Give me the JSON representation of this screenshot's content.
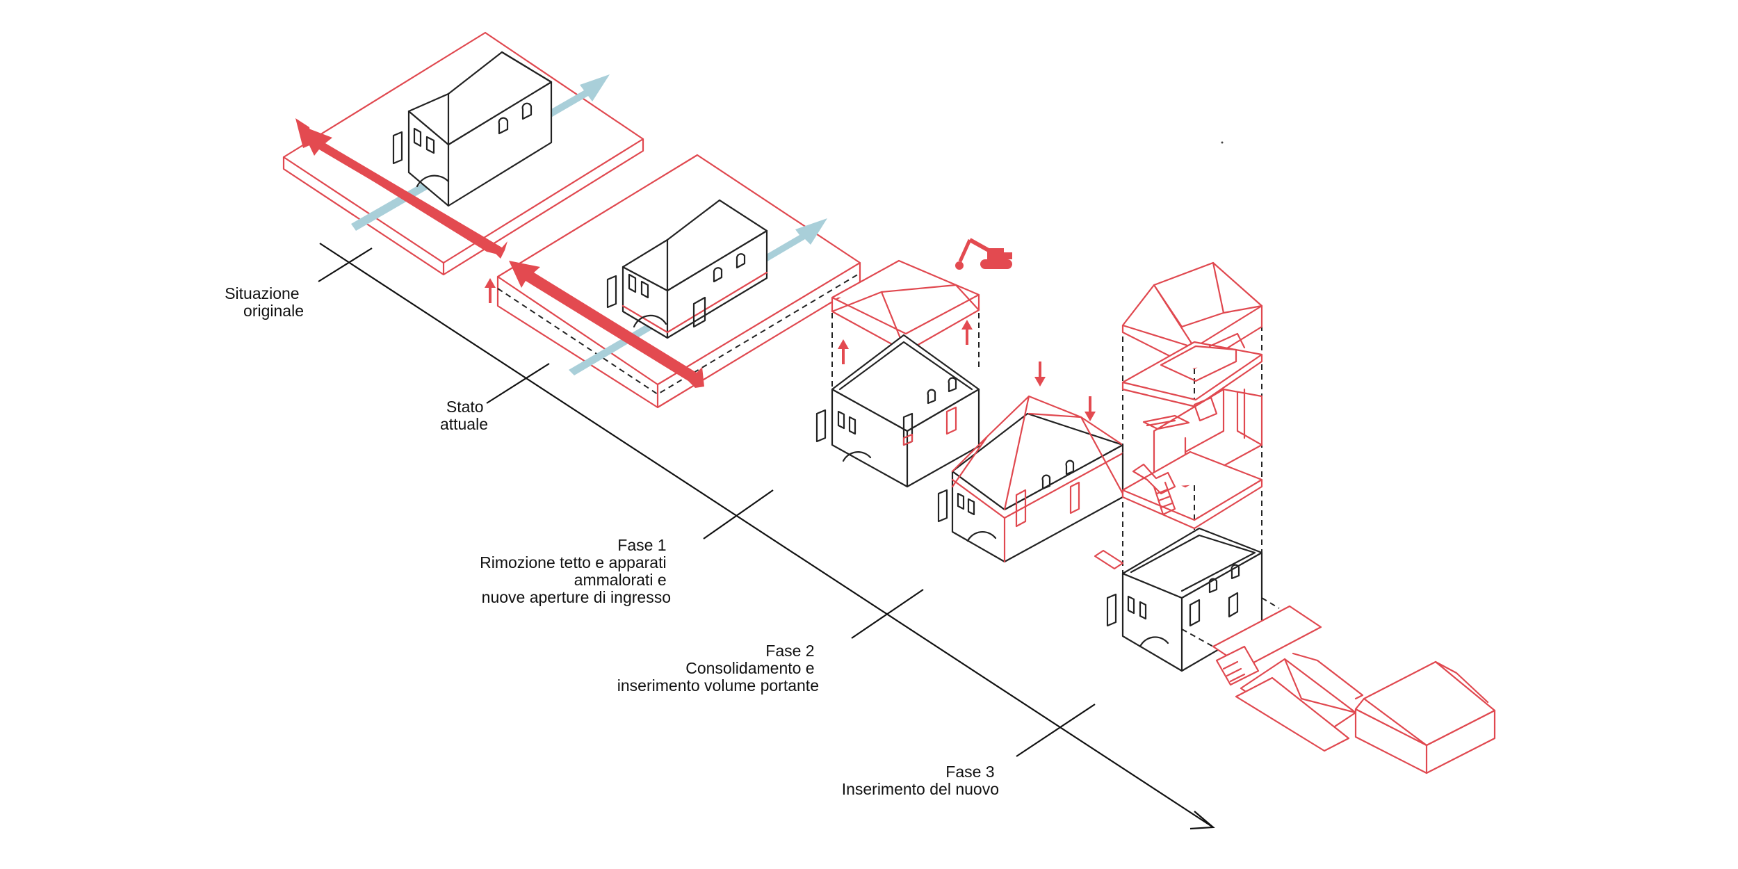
{
  "colors": {
    "accent": "#e34a50",
    "flow": "#a9cfd9",
    "line": "#222222"
  },
  "icons": [
    "arrow-head-icon",
    "excavator-icon",
    "up-arrow-icon",
    "down-arrow-icon"
  ],
  "phases": [
    {
      "lines": [
        "Situazione",
        "originale"
      ]
    },
    {
      "lines": [
        "Stato",
        "attuale"
      ]
    },
    {
      "lines": [
        "Fase 1",
        "Rimozione tetto e apparati",
        "ammalorati e",
        "nuove aperture di ingresso"
      ]
    },
    {
      "lines": [
        "Fase 2",
        "Consolidamento e",
        "inserimento volume portante"
      ]
    },
    {
      "lines": [
        "Fase 3",
        "Inserimento del nuovo"
      ]
    }
  ]
}
